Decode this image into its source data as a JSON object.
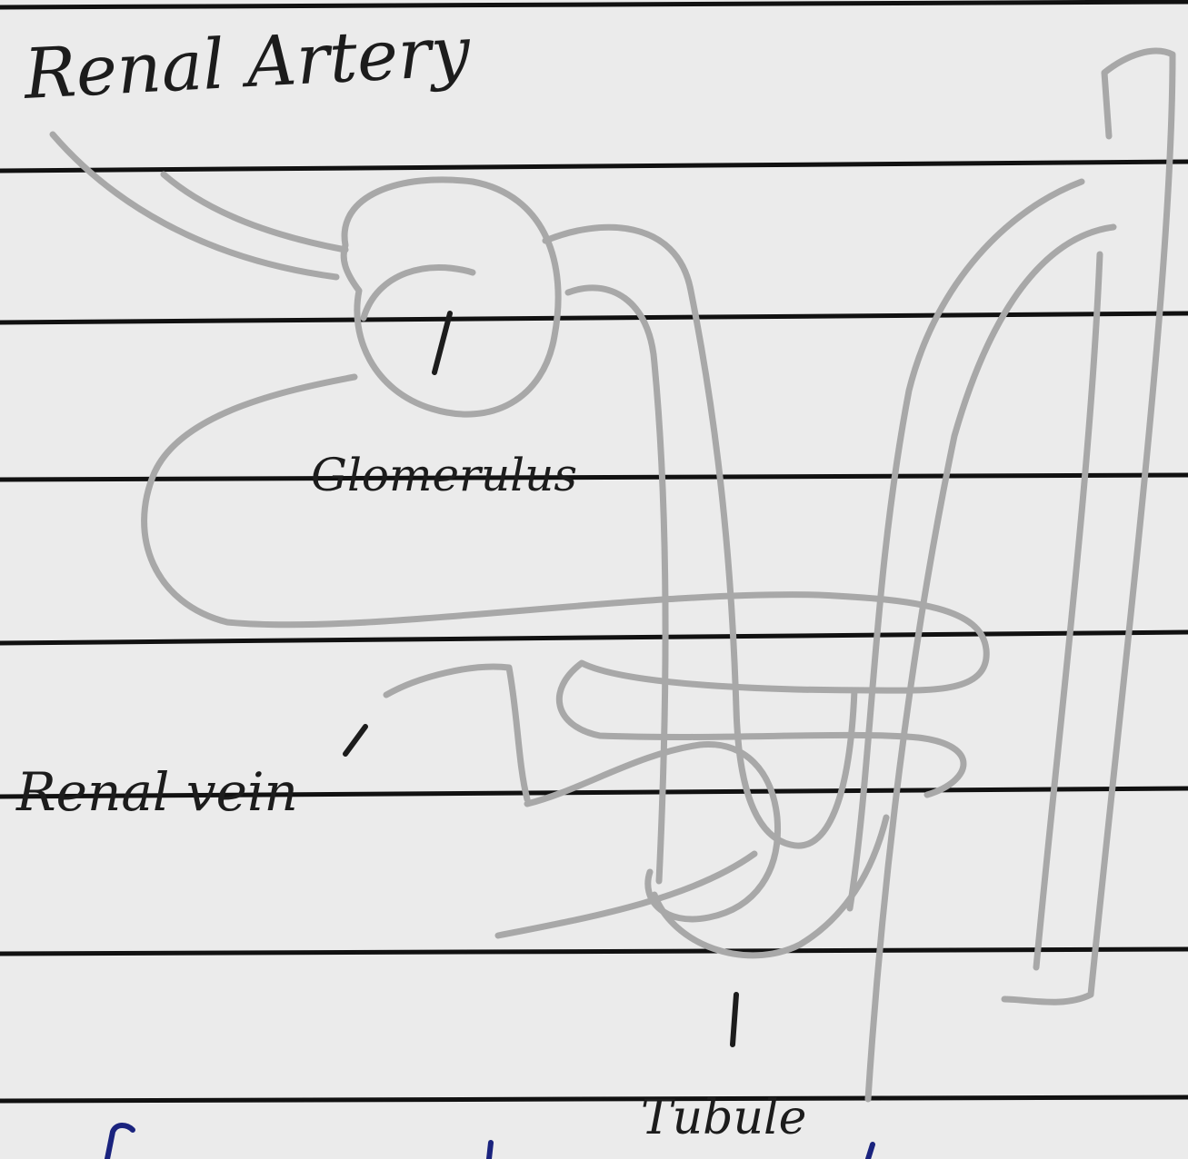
{
  "labels": {
    "renal_artery": "Renal Artery",
    "glomerulus": "Glomerulus",
    "renal_vein": "Renal vein",
    "tubule": "Tubule"
  },
  "colors": {
    "paper": "#ebebeb",
    "ruled_line": "#111111",
    "pencil": "#a8a8a8",
    "ink": "#1c1c1c",
    "blue_ink": "#1a237e"
  }
}
